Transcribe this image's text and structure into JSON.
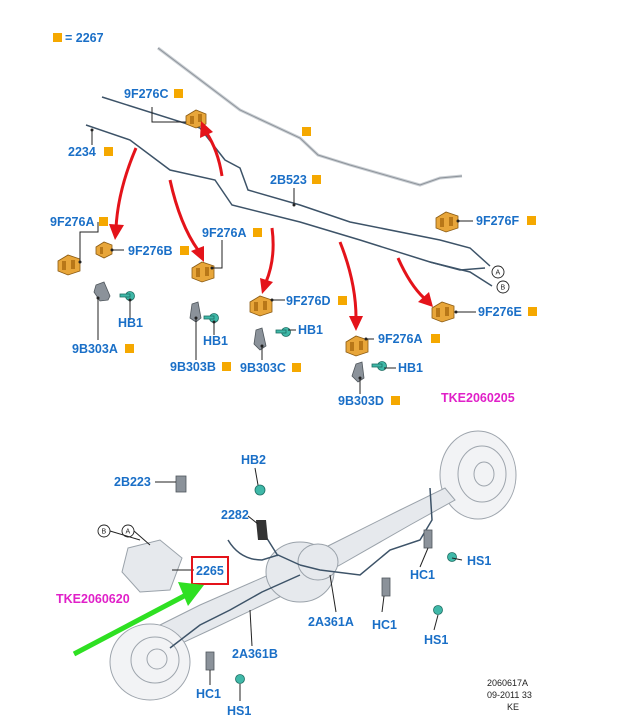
{
  "legend": {
    "equals_label": "= 2267"
  },
  "labels": {
    "l_9F276C": "9F276C",
    "l_2234": "2234",
    "l_2B523": "2B523",
    "l_9F276F": "9F276F",
    "l_9F276A_1": "9F276A",
    "l_9F276B": "9F276B",
    "l_9F276A_2": "9F276A",
    "l_9F276D": "9F276D",
    "l_9F276A_3": "9F276A",
    "l_9F276E": "9F276E",
    "l_HB1_1": "HB1",
    "l_HB1_2": "HB1",
    "l_HB1_3": "HB1",
    "l_HB1_4": "HB1",
    "l_9B303A": "9B303A",
    "l_9B303B": "9B303B",
    "l_9B303C": "9B303C",
    "l_9B303D": "9B303D",
    "l_HB2": "HB2",
    "l_2B223": "2B223",
    "l_2282": "2282",
    "l_2265": "2265",
    "l_HS1_1": "HS1",
    "l_HC1_1": "HC1",
    "l_2A361A": "2A361A",
    "l_HC1_2": "HC1",
    "l_HS1_2": "HS1",
    "l_2A361B": "2A361B",
    "l_HC1_3": "HC1",
    "l_HS1_3": "HS1"
  },
  "magenta_labels": {
    "tke_1": "TKE2060205",
    "tke_2": "TKE2060620"
  },
  "connectors": {
    "a_top": "A",
    "b_top": "B",
    "a_bottom": "A",
    "b_bottom": "B"
  },
  "footer": {
    "line1": "2060617A",
    "line2": "09-2011 33",
    "line3": "KE"
  },
  "colors": {
    "label_blue": "#1a6fc7",
    "callout_magenta": "#e020c8",
    "marker_orange": "#f5a800",
    "arrow_red": "#e4131a",
    "arrow_green": "#2ee022",
    "highlight_box": "#e4131a"
  },
  "icons": [
    "orange-square-marker",
    "brake-line-clip",
    "mounting-bracket",
    "bolt",
    "red-arrow",
    "green-arrow"
  ]
}
